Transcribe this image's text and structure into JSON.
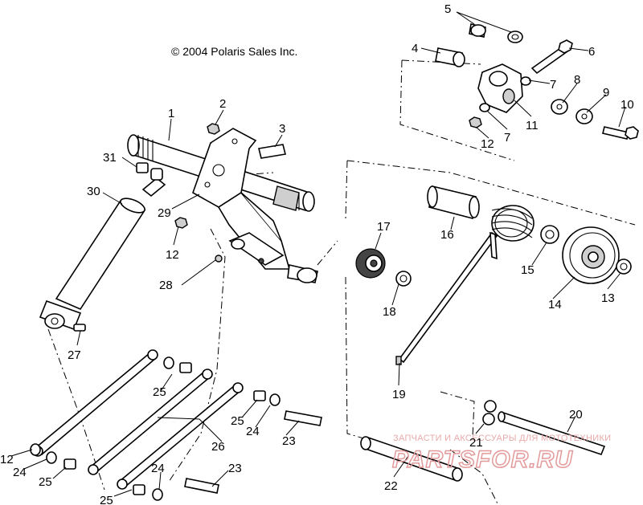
{
  "copyright": "© 2004 Polaris Sales Inc.",
  "watermark": {
    "tagline": "ЗАПЧАСТИ И АКСЕССУАРЫ ДЛЯ МОТОТЕХНИКИ",
    "logo_text": "PARTSFOR.RU"
  },
  "callouts": [
    {
      "id": "c1",
      "text": "1"
    },
    {
      "id": "c2",
      "text": "2"
    },
    {
      "id": "c3",
      "text": "3"
    },
    {
      "id": "c4",
      "text": "4"
    },
    {
      "id": "c5",
      "text": "5"
    },
    {
      "id": "c6",
      "text": "6"
    },
    {
      "id": "c7a",
      "text": "7"
    },
    {
      "id": "c7b",
      "text": "7"
    },
    {
      "id": "c8",
      "text": "8"
    },
    {
      "id": "c9",
      "text": "9"
    },
    {
      "id": "c10",
      "text": "10"
    },
    {
      "id": "c11",
      "text": "11"
    },
    {
      "id": "c12a",
      "text": "12"
    },
    {
      "id": "c12b",
      "text": "12"
    },
    {
      "id": "c12c",
      "text": "12"
    },
    {
      "id": "c13",
      "text": "13"
    },
    {
      "id": "c14",
      "text": "14"
    },
    {
      "id": "c15",
      "text": "15"
    },
    {
      "id": "c16",
      "text": "16"
    },
    {
      "id": "c17",
      "text": "17"
    },
    {
      "id": "c18",
      "text": "18"
    },
    {
      "id": "c19",
      "text": "19"
    },
    {
      "id": "c20",
      "text": "20"
    },
    {
      "id": "c21",
      "text": "21"
    },
    {
      "id": "c22",
      "text": "22"
    },
    {
      "id": "c23a",
      "text": "23"
    },
    {
      "id": "c23b",
      "text": "23"
    },
    {
      "id": "c24a",
      "text": "24"
    },
    {
      "id": "c24b",
      "text": "24"
    },
    {
      "id": "c24c",
      "text": "24"
    },
    {
      "id": "c25a",
      "text": "25"
    },
    {
      "id": "c25b",
      "text": "25"
    },
    {
      "id": "c25c",
      "text": "25"
    },
    {
      "id": "c25d",
      "text": "25"
    },
    {
      "id": "c26",
      "text": "26"
    },
    {
      "id": "c27",
      "text": "27"
    },
    {
      "id": "c28",
      "text": "28"
    },
    {
      "id": "c29",
      "text": "29"
    },
    {
      "id": "c30",
      "text": "30"
    },
    {
      "id": "c31",
      "text": "31"
    }
  ]
}
